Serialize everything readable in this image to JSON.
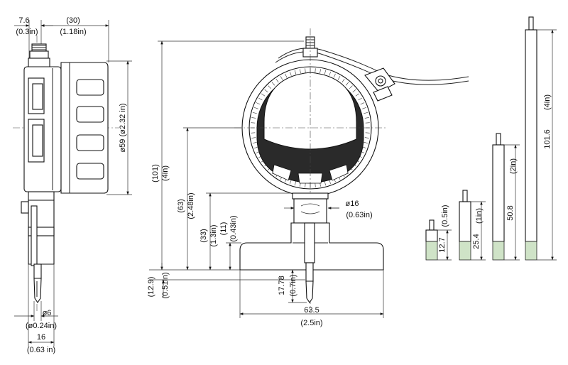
{
  "side_view": {
    "dim_top_small": "7.6",
    "dim_top_small_in": "(0.3in)",
    "dim_top_large": "(30)",
    "dim_top_large_in": "(1.18in)",
    "dim_diameter": "ø59 (ø2.32 in)",
    "dim_stem": "ø6",
    "dim_stem_in": "(ø0.24in)",
    "dim_width": "16",
    "dim_width_in": "(0.63 in)"
  },
  "front_view": {
    "dim_total_height": "(101)",
    "dim_total_height_in": "(4in)",
    "dim_center_height": "(63)",
    "dim_center_height_in": "(2.48in)",
    "dim_mid": "(33)",
    "dim_mid_in": "(1.3in)",
    "dim_base_top": "(11)",
    "dim_base_top_in": "(0.43in)",
    "dim_base": "(12.9)",
    "dim_base_in": "(0.51in)",
    "dim_neck": "ø16",
    "dim_neck_in": "(0.63in)",
    "dim_rod": "17.78",
    "dim_rod_in": "(0.7in)",
    "dim_base_width": "63.5",
    "dim_base_width_in": "(2.5in)"
  },
  "extension_rods": [
    {
      "length": "12.7",
      "length_in": "(0.5in)"
    },
    {
      "length": "25.4",
      "length_in": "(1in)"
    },
    {
      "length": "50.8",
      "length_in": "(2in)"
    },
    {
      "length": "101.6",
      "length_in": "(4in)"
    }
  ]
}
